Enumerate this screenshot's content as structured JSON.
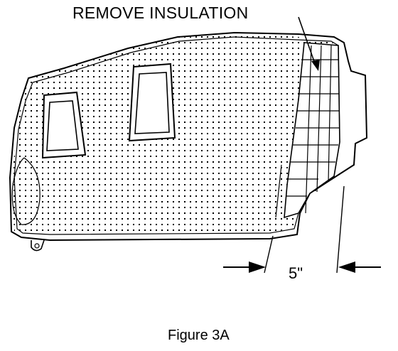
{
  "diagram": {
    "callout_label": "REMOVE INSULATION",
    "dimension_label": "5\"",
    "caption": "Figure 3A"
  },
  "colors": {
    "ink": "#000000",
    "paper": "#ffffff"
  }
}
